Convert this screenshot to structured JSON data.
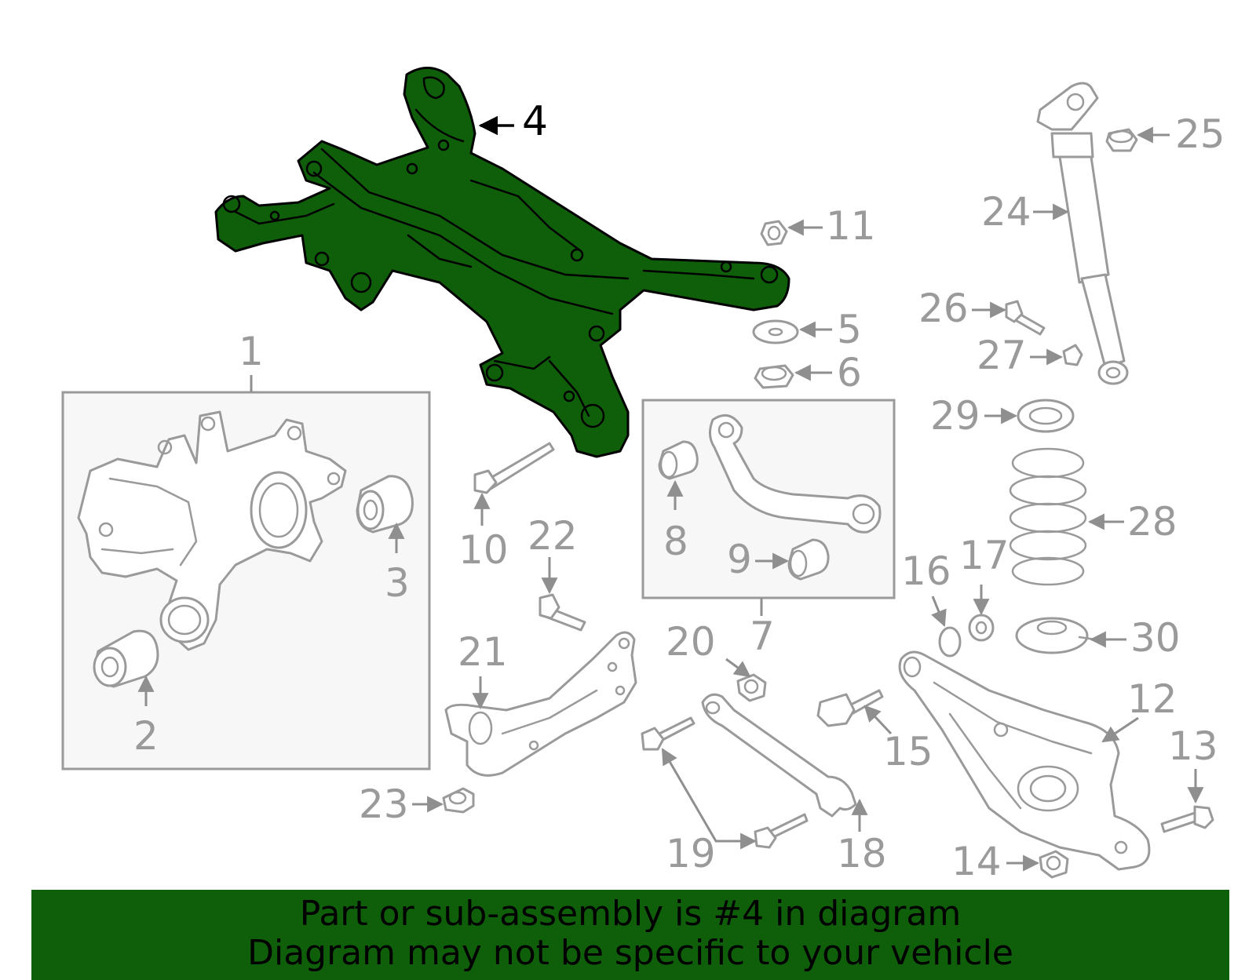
{
  "callouts": {
    "c1": "1",
    "c2": "2",
    "c3": "3",
    "c4": "4",
    "c5": "5",
    "c6": "6",
    "c7": "7",
    "c8": "8",
    "c9": "9",
    "c10": "10",
    "c11": "11",
    "c12": "12",
    "c13": "13",
    "c14": "14",
    "c15": "15",
    "c16": "16",
    "c17": "17",
    "c18": "18",
    "c19": "19",
    "c20": "20",
    "c21": "21",
    "c22": "22",
    "c23": "23",
    "c24": "24",
    "c25": "25",
    "c26": "26",
    "c27": "27",
    "c28": "28",
    "c29": "29",
    "c30": "30"
  },
  "highlighted_part": "4",
  "colors": {
    "highlight": "#0f5e0a",
    "line_gray": "#9a9a9a",
    "box_fill": "#f7f7f7"
  },
  "footer": {
    "line1": "Part or sub-assembly is #4 in diagram",
    "line2": "Diagram may not be specific to your vehicle"
  }
}
